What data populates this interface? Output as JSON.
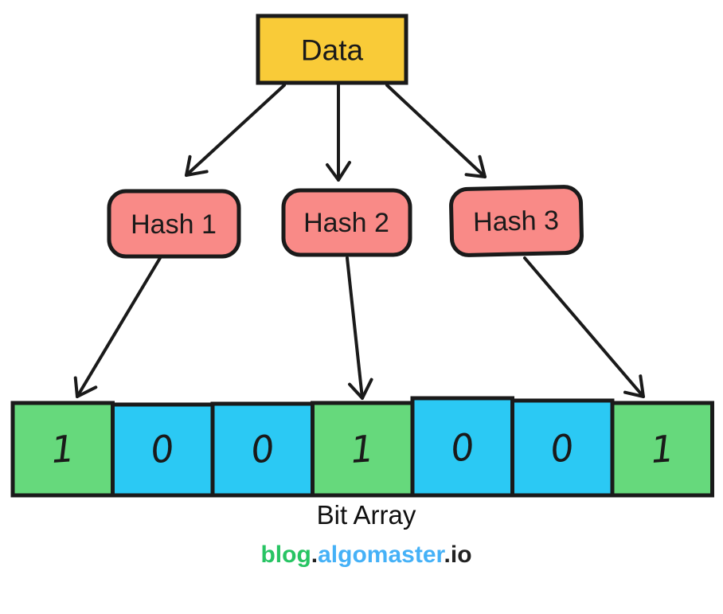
{
  "colors": {
    "data_fill": "#F9CB38",
    "hash_fill": "#F98A87",
    "cell_green": "#66D97C",
    "cell_cyan": "#2BC9F4",
    "stroke": "#1a1a1a",
    "brand_green": "#27C463",
    "brand_blue": "#45B1F7",
    "brand_dark": "#222222"
  },
  "data_box": {
    "label": "Data"
  },
  "hash_boxes": [
    {
      "label": "Hash 1"
    },
    {
      "label": "Hash 2"
    },
    {
      "label": "Hash 3"
    }
  ],
  "bit_array": {
    "caption": "Bit Array",
    "cells": [
      {
        "value": "1",
        "fill": "#66D97C"
      },
      {
        "value": "0",
        "fill": "#2BC9F4"
      },
      {
        "value": "0",
        "fill": "#2BC9F4"
      },
      {
        "value": "1",
        "fill": "#66D97C"
      },
      {
        "value": "0",
        "fill": "#2BC9F4"
      },
      {
        "value": "0",
        "fill": "#2BC9F4"
      },
      {
        "value": "1",
        "fill": "#66D97C"
      }
    ]
  },
  "branding": {
    "blog": "blog",
    "dot1": ".",
    "algomaster": "algomaster",
    "dot2": ".",
    "io": "io"
  }
}
